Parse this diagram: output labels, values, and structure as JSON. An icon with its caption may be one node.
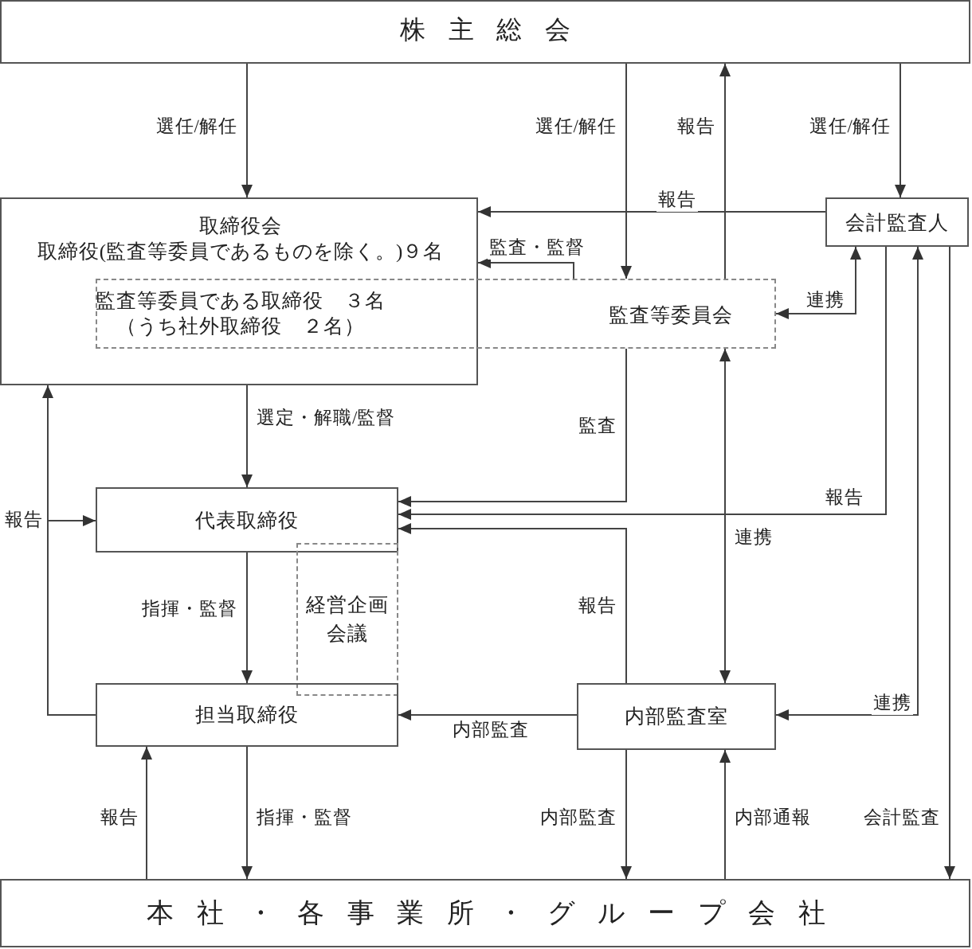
{
  "diagram": {
    "nodes": [
      {
        "text": [
          "株主総会"
        ]
      },
      {
        "text": [
          "取締役会",
          "取締役(監査等委員であるものを除く。)９名"
        ]
      },
      {
        "text": [
          "監査等委員である取締役　３名",
          "（うち社外取締役　２名）",
          "監査等委員会"
        ]
      },
      {
        "text": [
          "会計監査人"
        ]
      },
      {
        "text": [
          "代表取締役"
        ]
      },
      {
        "text": [
          "経営企画会議"
        ]
      },
      {
        "text": [
          "担当取締役"
        ]
      },
      {
        "text": [
          "内部監査室"
        ]
      },
      {
        "text": [
          "本社・各事業所・グループ会社"
        ]
      }
    ],
    "edges": [
      {
        "from": 0,
        "to": 1,
        "arrow": "to",
        "label": "選任/解任"
      },
      {
        "from": 0,
        "to": 2,
        "arrow": "to",
        "label": "選任/解任"
      },
      {
        "from": 2,
        "to": 0,
        "arrow": "to",
        "label": "報告"
      },
      {
        "from": 0,
        "to": 3,
        "arrow": "to",
        "label": "選任/解任"
      },
      {
        "from": 3,
        "to": 1,
        "arrow": "to",
        "label": "報告"
      },
      {
        "from": 2,
        "to": 1,
        "arrow": "to",
        "label": "監査・監督"
      },
      {
        "from": 2,
        "to": 3,
        "arrow": "both",
        "label": "連携"
      },
      {
        "from": 1,
        "to": 4,
        "arrow": "to",
        "label": "選定・解職/監督"
      },
      {
        "from": 2,
        "to": 4,
        "arrow": "to",
        "label": "監査"
      },
      {
        "from": 3,
        "to": 4,
        "arrow": "to",
        "label": "報告"
      },
      {
        "from": 7,
        "to": 4,
        "arrow": "to",
        "label": "報告"
      },
      {
        "from": 2,
        "to": 7,
        "arrow": "both",
        "label": "連携"
      },
      {
        "from": 4,
        "to": 6,
        "arrow": "to",
        "label": "指揮・監督"
      },
      {
        "from": 6,
        "to": 1,
        "arrow": "to"
      },
      {
        "from": 6,
        "to": 4,
        "arrow": "to",
        "label": "報告"
      },
      {
        "from": 7,
        "to": 6,
        "arrow": "to",
        "label": "内部監査"
      },
      {
        "from": 3,
        "to": 7,
        "arrow": "both",
        "label": "連携"
      },
      {
        "from": 8,
        "to": 6,
        "arrow": "to",
        "label": "報告"
      },
      {
        "from": 6,
        "to": 8,
        "arrow": "to",
        "label": "指揮・監督"
      },
      {
        "from": 7,
        "to": 8,
        "arrow": "to",
        "label": "内部監査"
      },
      {
        "from": 8,
        "to": 7,
        "arrow": "to",
        "label": "内部通報"
      },
      {
        "from": 3,
        "to": 8,
        "arrow": "to",
        "label": "会計監査"
      }
    ]
  }
}
